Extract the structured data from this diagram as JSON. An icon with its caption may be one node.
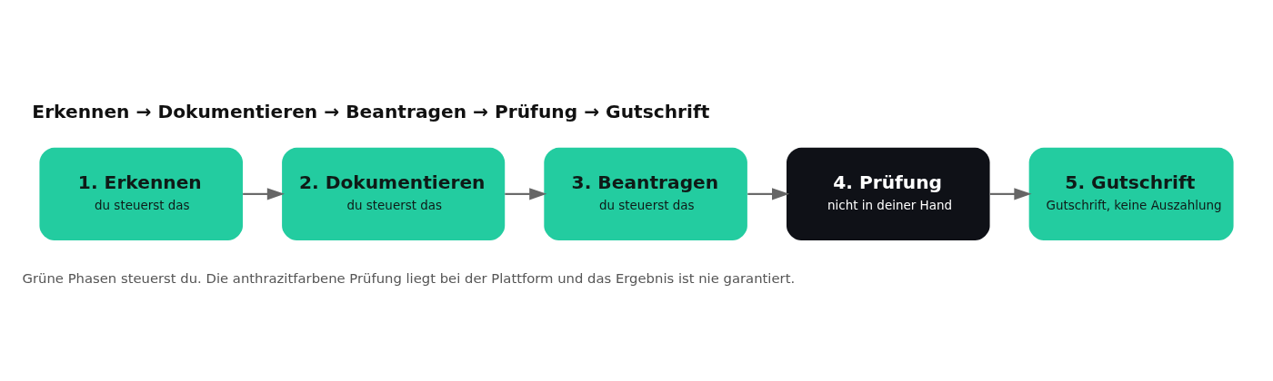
{
  "diagram": {
    "title": "Erkennen → Dokumentieren → Beantragen → Prüfung → Gutschrift",
    "nodes": [
      {
        "text": [
          "1. Erkennen",
          "du steuerst das"
        ]
      },
      {
        "text": [
          "2. Dokumentieren",
          "du steuerst das"
        ]
      },
      {
        "text": [
          "3. Beantragen",
          "du steuerst das"
        ]
      },
      {
        "text": [
          "4. Prüfung",
          "nicht in deiner Hand"
        ]
      },
      {
        "text": [
          "5. Gutschrift",
          "Gutschrift, keine Auszahlung"
        ]
      }
    ],
    "edges": [
      {
        "from": 0,
        "to": 1,
        "arrow": "to"
      },
      {
        "from": 1,
        "to": 2,
        "arrow": "to"
      },
      {
        "from": 2,
        "to": 3,
        "arrow": "to"
      },
      {
        "from": 3,
        "to": 4,
        "arrow": "to"
      }
    ],
    "caption": "Grüne Phasen steuerst du. Die anthrazitfarbene Prüfung liegt bei der Plattform und das Ergebnis ist nie garantiert."
  }
}
